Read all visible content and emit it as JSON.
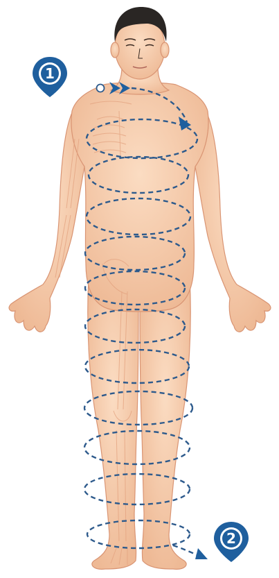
{
  "markers": [
    {
      "id": "start",
      "label": "1",
      "color": "#1f5f9e"
    },
    {
      "id": "end",
      "label": "2",
      "color": "#1f5f9e"
    }
  ],
  "colors": {
    "skin": "#f6cfae",
    "skin_shade": "#e9ad88",
    "outline": "#d99473",
    "hair": "#2a2624",
    "path": "#2d5a8c",
    "arrow": "#1f5f9e"
  },
  "icons": {
    "start_marker": "map-pin-icon",
    "end_marker": "map-pin-icon",
    "start_dot": "circle-outline-icon",
    "flow_arrow": "double-chevron-right-icon"
  }
}
